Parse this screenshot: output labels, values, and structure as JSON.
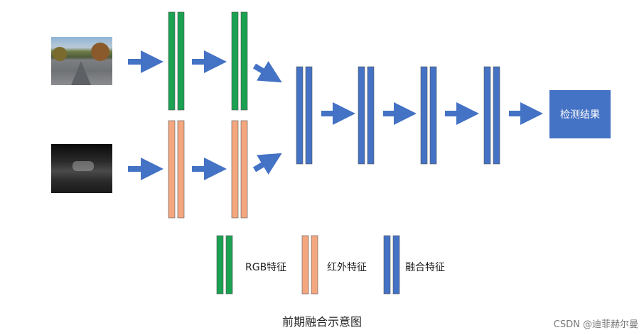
{
  "colors": {
    "rgb_feature": "#1aa152",
    "ir_feature": "#f4a77e",
    "fusion_feature": "#4472c4",
    "arrow": "#4472c4"
  },
  "images": {
    "rgb": "rgb-road-image",
    "ir": "infrared-road-image"
  },
  "detection_result": "检测结果",
  "legend": [
    {
      "label": "RGB特征",
      "color": "#1aa152"
    },
    {
      "label": "红外特征",
      "color": "#f4a77e"
    },
    {
      "label": "融合特征",
      "color": "#4472c4"
    }
  ],
  "caption": "前期融合示意图",
  "watermark": "CSDN @迪菲赫尔曼"
}
